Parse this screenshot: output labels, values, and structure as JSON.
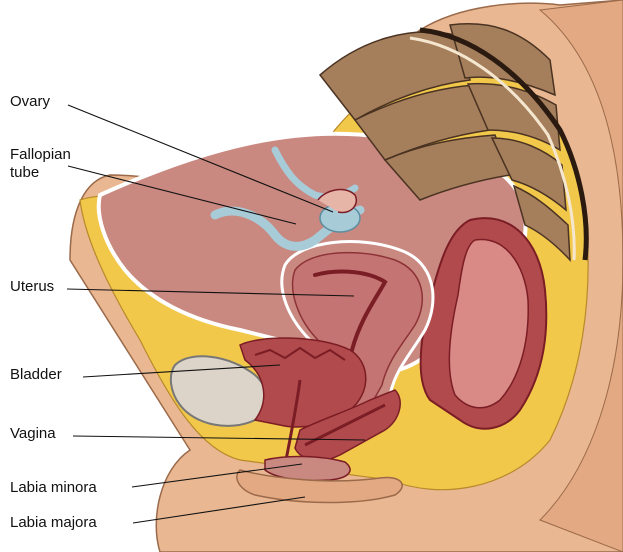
{
  "labels": {
    "ovary": "Ovary",
    "fallopian_tube": {
      "line1": "Fallopian",
      "line2": "tube"
    },
    "uterus": "Uterus",
    "bladder": "Bladder",
    "vagina": "Vagina",
    "labia_minora": "Labia minora",
    "labia_majora": "Labia majora"
  },
  "colors": {
    "skin": "#e9b791",
    "skin_dark": "#c98e67",
    "fat": "#f2c84b",
    "peritoneum": "#ffffff",
    "cavity": "#c98880",
    "muscle": "#b14a4c",
    "muscle_dark": "#7b1d25",
    "tube_blue": "#a8cbd8",
    "bone": "#a57e5b",
    "bone_dots": "#6e4f36",
    "bladder": "#dcd4c9"
  }
}
